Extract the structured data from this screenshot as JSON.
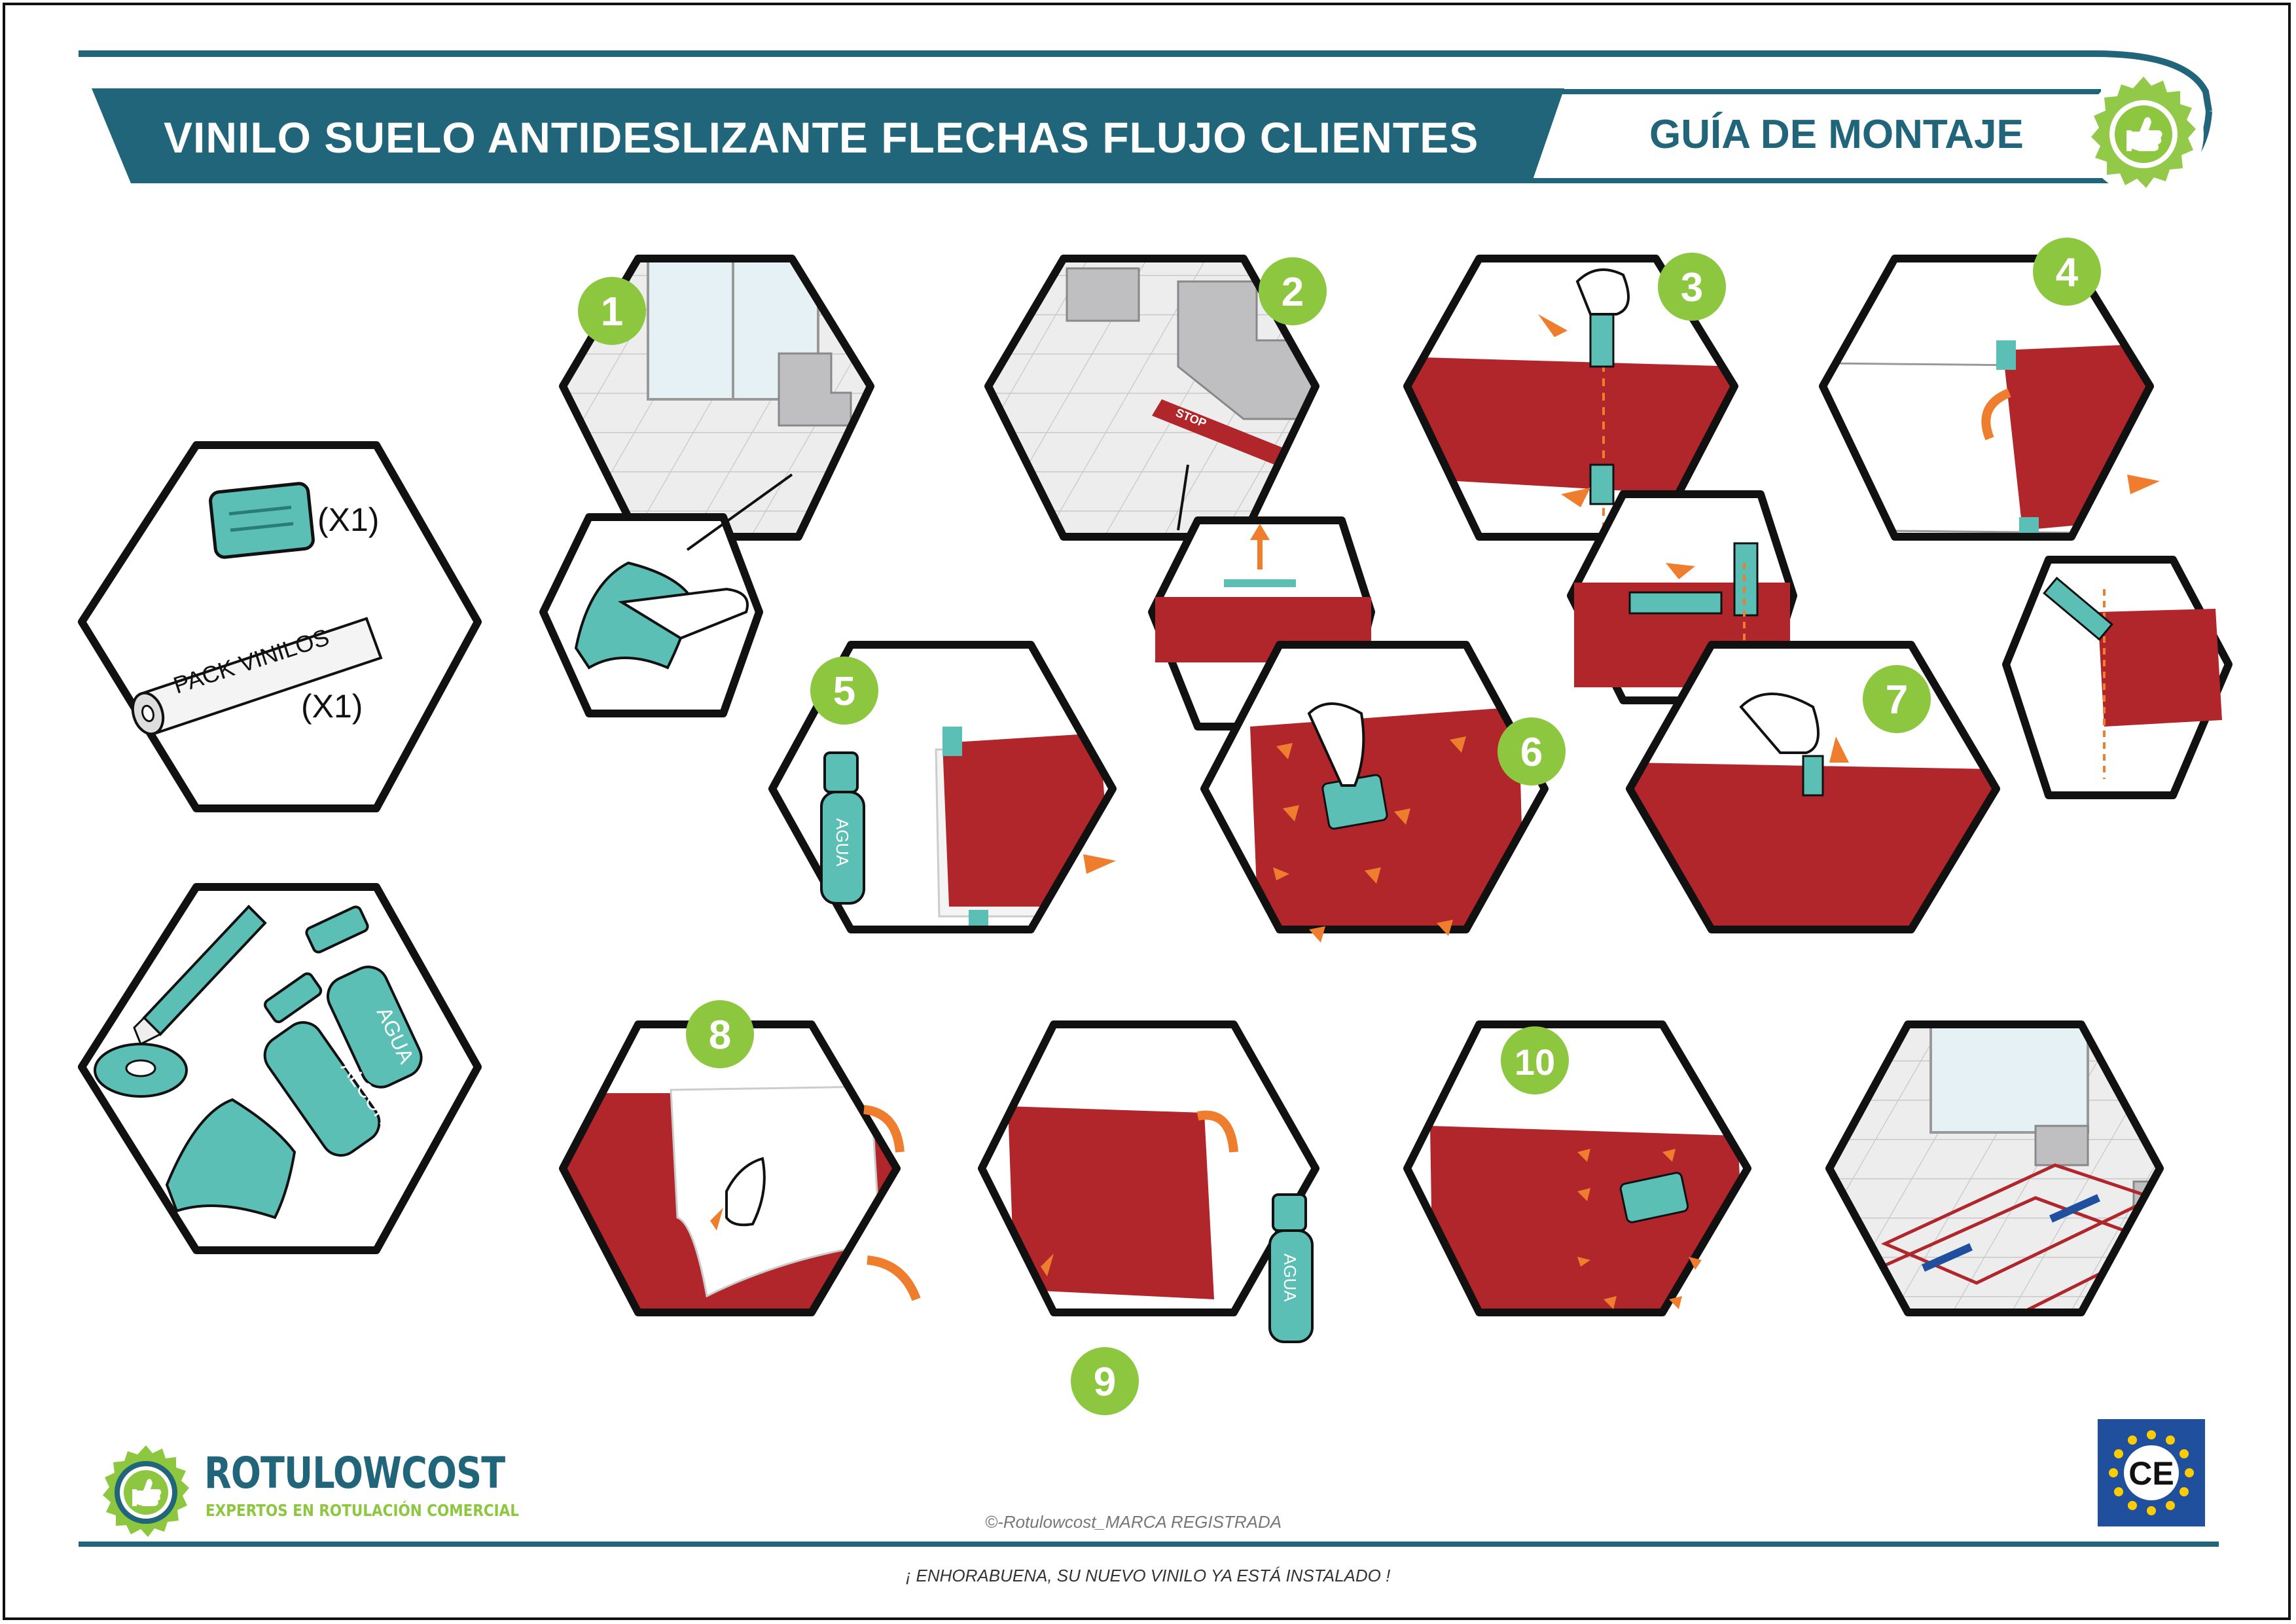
{
  "header": {
    "title": "VINILO SUELO ANTIDESLIZANTE FLECHAS FLUJO CLIENTES",
    "guide_label": "GUÍA DE MONTAJE"
  },
  "materials": {
    "spatula_qty": "(X1)",
    "roll_label": "PACK VINILOS",
    "roll_qty": "(X1)",
    "water_bottle_label": "AGUA",
    "alcohol_bottle_label": "ALCOHOL"
  },
  "steps": [
    {
      "number": "1"
    },
    {
      "number": "2"
    },
    {
      "number": "3"
    },
    {
      "number": "4"
    },
    {
      "number": "5"
    },
    {
      "number": "6"
    },
    {
      "number": "7"
    },
    {
      "number": "8"
    },
    {
      "number": "9"
    },
    {
      "number": "10"
    }
  ],
  "step2_sign_text": "STOP",
  "step5_bottle_label": "AGUA",
  "step9_bottle_label": "AGUA",
  "brand": {
    "name": "ROTULOWCOST",
    "tagline": "EXPERTOS EN ROTULACIÓN COMERCIAL"
  },
  "ce_mark": "CE",
  "copyright": "©-Rotulowcost_MARCA REGISTRADA",
  "footer_message": "¡ ENHORABUENA, SU NUEVO VINILO YA ESTÁ INSTALADO !",
  "colors": {
    "teal_dark": "#21657a",
    "green": "#8dc63f",
    "vinyl_red": "#b0262b",
    "tool_teal": "#5bbfb6",
    "arrow_orange": "#ef7d2e",
    "eu_blue": "#1f4f9d",
    "eu_gold": "#ffcc00"
  }
}
